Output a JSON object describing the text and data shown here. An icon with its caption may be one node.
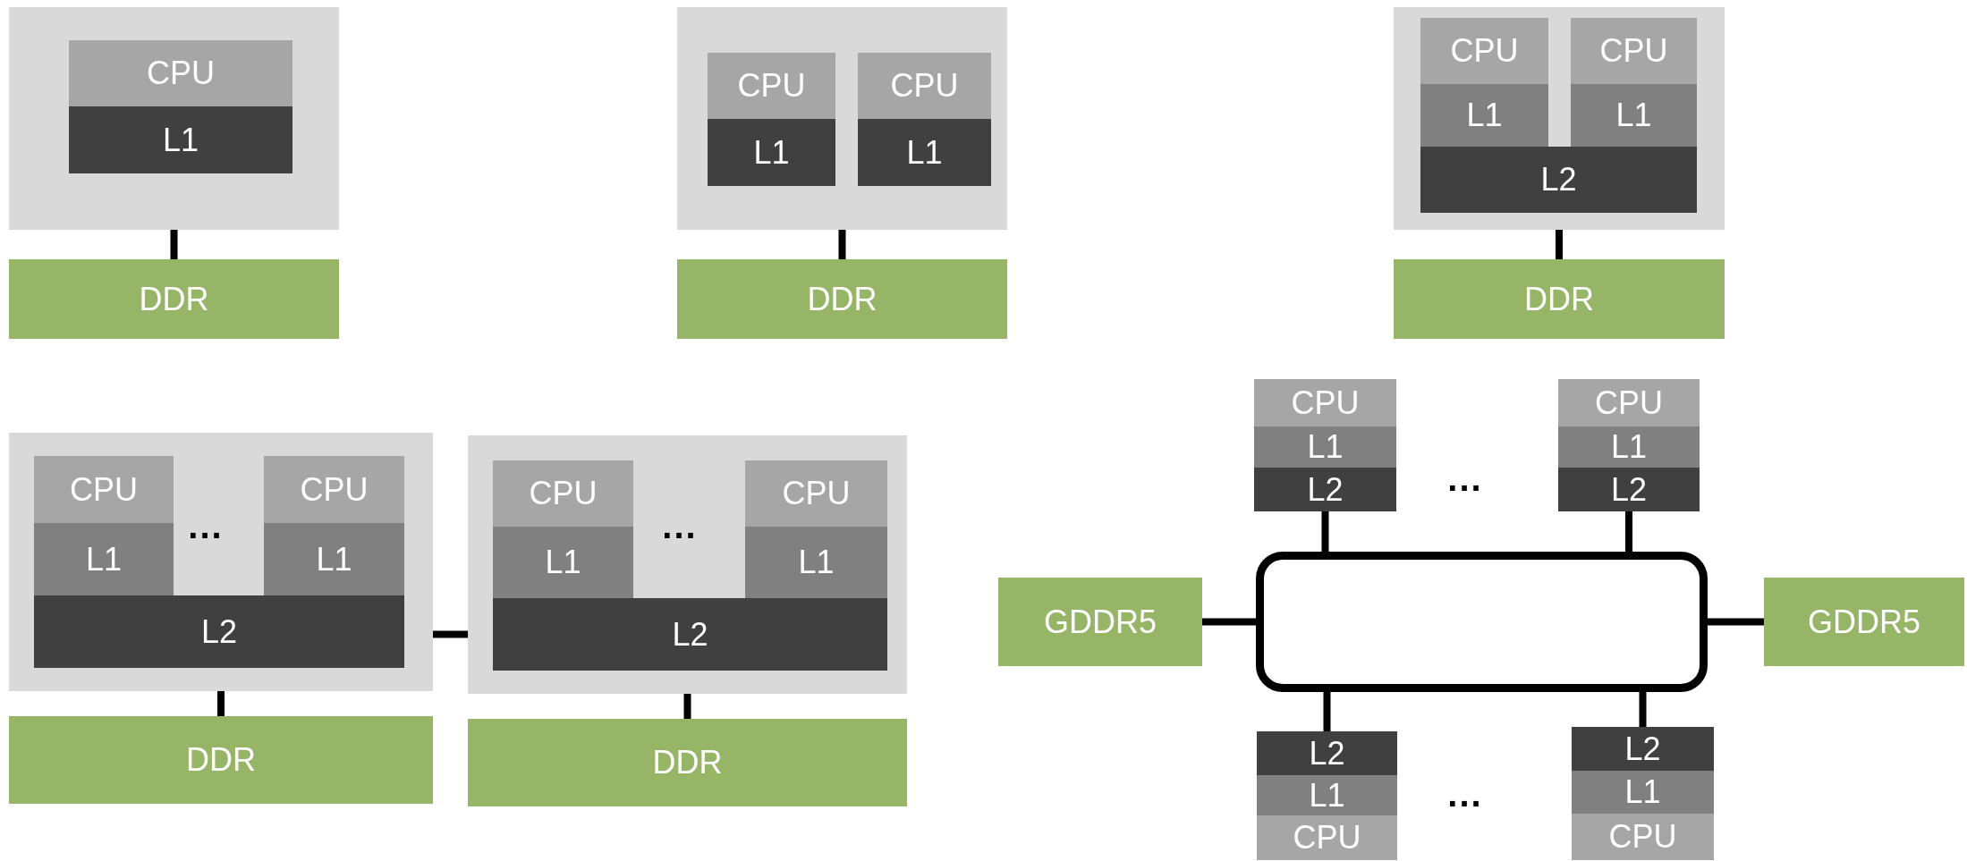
{
  "diagram": {
    "nodes": [
      {
        "text": [],
        "shape": "box"
      },
      {
        "text": [
          "CPU"
        ],
        "in": 0
      },
      {
        "text": [
          "L1"
        ],
        "in": 0
      },
      {
        "text": [
          "DDR"
        ]
      },
      {
        "text": [],
        "shape": "box"
      },
      {
        "text": [
          "CPU"
        ],
        "in": 4
      },
      {
        "text": [
          "L1"
        ],
        "in": 4
      },
      {
        "text": [
          "CPU"
        ],
        "in": 4
      },
      {
        "text": [
          "L1"
        ],
        "in": 4
      },
      {
        "text": [
          "DDR"
        ]
      },
      {
        "text": [],
        "shape": "box"
      },
      {
        "text": [
          "CPU"
        ],
        "in": 10
      },
      {
        "text": [
          "L1"
        ],
        "in": 10
      },
      {
        "text": [
          "CPU"
        ],
        "in": 10
      },
      {
        "text": [
          "L1"
        ],
        "in": 10
      },
      {
        "text": [
          "L2"
        ],
        "in": 10
      },
      {
        "text": [
          "DDR"
        ]
      },
      {
        "text": [],
        "shape": "box"
      },
      {
        "text": [
          "CPU"
        ],
        "in": 17
      },
      {
        "text": [
          "L1"
        ],
        "in": 17
      },
      {
        "text": [
          "CPU"
        ],
        "in": 17
      },
      {
        "text": [
          "L1"
        ],
        "in": 17
      },
      {
        "text": [
          "L2"
        ],
        "in": 17
      },
      {
        "text": [],
        "shape": "box"
      },
      {
        "text": [
          "CPU"
        ],
        "in": 23
      },
      {
        "text": [
          "L1"
        ],
        "in": 23
      },
      {
        "text": [
          "CPU"
        ],
        "in": 23
      },
      {
        "text": [
          "L1"
        ],
        "in": 23
      },
      {
        "text": [
          "L2"
        ],
        "in": 23
      },
      {
        "text": [
          "DDR"
        ]
      },
      {
        "text": [
          "DDR"
        ]
      },
      {
        "text": [
          "CPU"
        ]
      },
      {
        "text": [
          "L1"
        ]
      },
      {
        "text": [
          "L2"
        ]
      },
      {
        "text": [
          "CPU"
        ]
      },
      {
        "text": [
          "L1"
        ]
      },
      {
        "text": [
          "L2"
        ]
      },
      {
        "text": [
          "GDDR5"
        ]
      },
      {
        "text": [],
        "shape": "box"
      },
      {
        "text": [
          "GDDR5"
        ]
      },
      {
        "text": [
          "L2"
        ]
      },
      {
        "text": [
          "L1"
        ]
      },
      {
        "text": [
          "CPU"
        ]
      },
      {
        "text": [
          "L2"
        ]
      },
      {
        "text": [
          "L1"
        ]
      },
      {
        "text": [
          "CPU"
        ]
      }
    ],
    "edges": [
      {
        "from": 0,
        "to": 3,
        "arrow": "none"
      },
      {
        "from": 4,
        "to": 9,
        "arrow": "none"
      },
      {
        "from": 10,
        "to": 16,
        "arrow": "none"
      },
      {
        "from": 17,
        "to": 29,
        "arrow": "none"
      },
      {
        "from": 23,
        "to": 30,
        "arrow": "none"
      },
      {
        "from": 22,
        "to": 28,
        "arrow": "none"
      },
      {
        "from": 33,
        "to": 38,
        "arrow": "none"
      },
      {
        "from": 36,
        "to": 38,
        "arrow": "none"
      },
      {
        "from": 37,
        "to": 38,
        "arrow": "none"
      },
      {
        "from": 38,
        "to": 39,
        "arrow": "none"
      },
      {
        "from": 38,
        "to": 40,
        "arrow": "none"
      },
      {
        "from": 38,
        "to": 43,
        "arrow": "none"
      }
    ],
    "labels": [
      "...",
      "...",
      "...",
      "..."
    ]
  }
}
